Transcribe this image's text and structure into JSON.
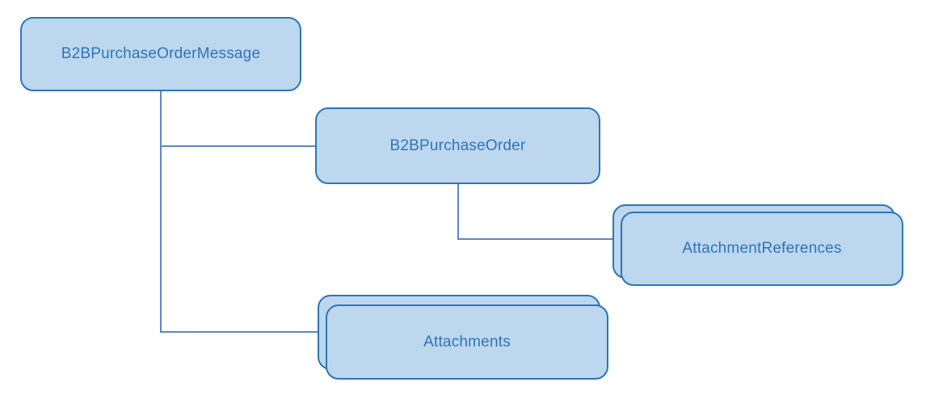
{
  "diagram": {
    "type": "hierarchy",
    "nodes": [
      {
        "id": "b2b-purchase-order-message",
        "label": "B2BPurchaseOrderMessage",
        "stacked": false
      },
      {
        "id": "b2b-purchase-order",
        "label": "B2BPurchaseOrder",
        "stacked": false
      },
      {
        "id": "attachment-references",
        "label": "AttachmentReferences",
        "stacked": true
      },
      {
        "id": "attachments",
        "label": "Attachments",
        "stacked": true
      }
    ],
    "edges": [
      {
        "from": "b2b-purchase-order-message",
        "to": "b2b-purchase-order"
      },
      {
        "from": "b2b-purchase-order-message",
        "to": "attachments"
      },
      {
        "from": "b2b-purchase-order",
        "to": "attachment-references"
      }
    ],
    "colors": {
      "node_fill": "#BDD7EE",
      "node_border": "#2E75B6",
      "node_text": "#2E75B6",
      "connector": "#5B86C8",
      "background": "#FFFFFF"
    }
  }
}
